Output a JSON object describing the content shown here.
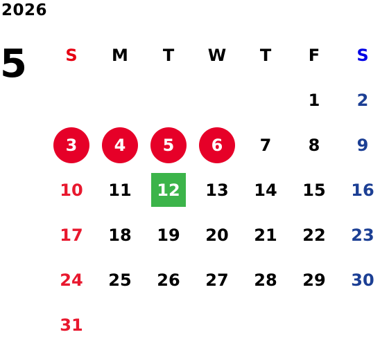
{
  "year": "2026",
  "month": "5",
  "weekdays": [
    "S",
    "M",
    "T",
    "W",
    "T",
    "F",
    "S"
  ],
  "weeks": [
    [
      "",
      "",
      "",
      "",
      "",
      "1",
      "2"
    ],
    [
      "3",
      "4",
      "5",
      "6",
      "7",
      "8",
      "9"
    ],
    [
      "10",
      "11",
      "12",
      "13",
      "14",
      "15",
      "16"
    ],
    [
      "17",
      "18",
      "19",
      "20",
      "21",
      "22",
      "23"
    ],
    [
      "24",
      "25",
      "26",
      "27",
      "28",
      "29",
      "30"
    ],
    [
      "31",
      "",
      "",
      "",
      "",
      "",
      ""
    ]
  ],
  "holidays": [
    "3",
    "4",
    "5",
    "6"
  ],
  "highlighted_day": "12",
  "colors": {
    "sunday": "#e8182e",
    "saturday": "#1c3f94",
    "holiday_circle": "#e60028",
    "highlight": "#3cb44a"
  }
}
